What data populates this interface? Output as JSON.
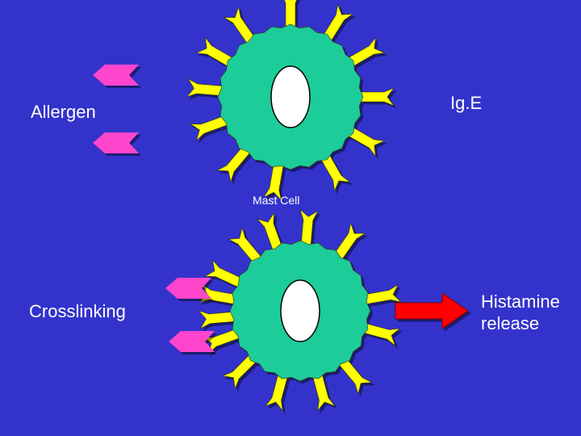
{
  "labels": {
    "allergen": "Allergen",
    "ige": "Ig.E",
    "mast_cell": "Mast Cell",
    "crosslinking": "Crosslinking",
    "histamine": "Histamine\nrelease"
  },
  "colors": {
    "background": "#3333cc",
    "cell": "#1fcc99",
    "nucleus": "#ffffff",
    "antibody": "#ffff00",
    "allergen": "#ff44cc",
    "arrow": "#ff0000",
    "text": "#ffffff"
  }
}
